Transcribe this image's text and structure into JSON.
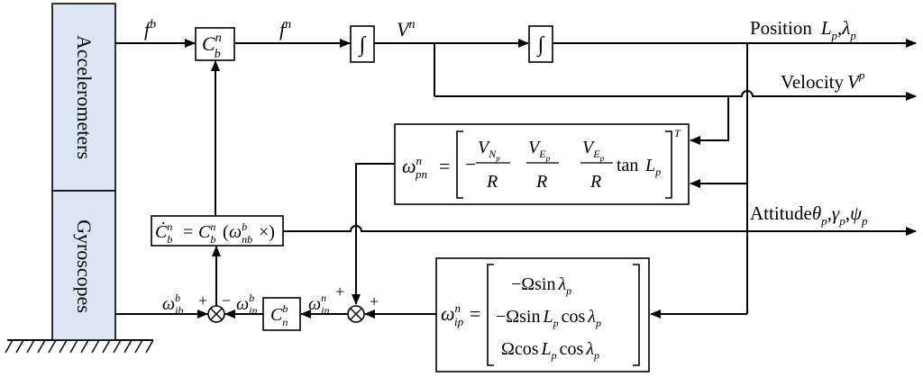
{
  "sensors": {
    "accelerometers": "Accelerometers",
    "gyroscopes": "Gyroscopes"
  },
  "signals": {
    "f_b": "f",
    "f_b_sup": "b",
    "f_n": "f",
    "f_n_sup": "n",
    "v_n": "V",
    "v_n_sup": "n",
    "w_ib": "ω",
    "w_ib_sup": "b",
    "w_ib_sub": "ib",
    "w_in_b": "ω",
    "w_in_b_sup": "b",
    "w_in_b_sub": "in",
    "w_in_n": "ω",
    "w_in_n_sup": "n",
    "w_in_n_sub": "in"
  },
  "blocks": {
    "cbn": "C",
    "cbn_sup": "n",
    "cbn_sub": "b",
    "integrator_symbol": "∫",
    "cnb": "C",
    "cnb_sup": "b",
    "cnb_sub": "n",
    "summing_symbol": "⊗"
  },
  "outputs": {
    "position_label": "Position",
    "position_vars": "L",
    "position_vars_sub": "p",
    "position_lambda": "λ",
    "position_lambda_sub": "p",
    "velocity_label": "Velocity",
    "velocity_var": "V",
    "velocity_var_sup": "p",
    "attitude_label": "Attitude",
    "attitude_theta": "θ",
    "attitude_gamma": "γ",
    "attitude_psi": "ψ",
    "attitude_sub": "p"
  },
  "signs": {
    "plus": "+",
    "minus": "−"
  },
  "equations": {
    "cdot_lhs": "Ċ",
    "cdot_lhs_sup": "n",
    "cdot_lhs_sub": "b",
    "cdot_rhs_c": "C",
    "cdot_rhs_c_sup": "n",
    "cdot_rhs_c_sub": "b",
    "cdot_rhs_w": "ω",
    "cdot_rhs_w_sup": "b",
    "cdot_rhs_w_sub": "nb",
    "cdot_rhs_x": "×",
    "wpn_symbol": "ω",
    "wpn_sup": "n",
    "wpn_sub": "pn",
    "wpn_e1_num": "V",
    "wpn_e1_num_sub": "N",
    "wpn_e1_num_subsub": "p",
    "wpn_e2_num": "V",
    "wpn_e2_num_sub": "E",
    "wpn_e2_num_subsub": "p",
    "wpn_e3_num": "V",
    "wpn_e3_num_sub": "E",
    "wpn_e3_num_subsub": "p",
    "wpn_den": "R",
    "wpn_minus": "−",
    "wpn_tan": "tan",
    "wpn_L": "L",
    "wpn_L_sub": "p",
    "wpn_transpose": "T",
    "wip_symbol": "ω",
    "wip_sup": "n",
    "wip_sub": "ip",
    "wip_row1": "−Ωsin",
    "wip_row1_var": "λ",
    "wip_row1_sub": "p",
    "wip_row2": "−Ωsin",
    "wip_row2_L": "L",
    "wip_row2_L_sub": "p",
    "wip_row2_cos": "cos",
    "wip_row2_lam": "λ",
    "wip_row2_lam_sub": "p",
    "wip_row3": "Ωcos",
    "wip_row3_L": "L",
    "wip_row3_L_sub": "p",
    "wip_row3_cos": "cos",
    "wip_row3_lam": "λ",
    "wip_row3_lam_sub": "p"
  }
}
